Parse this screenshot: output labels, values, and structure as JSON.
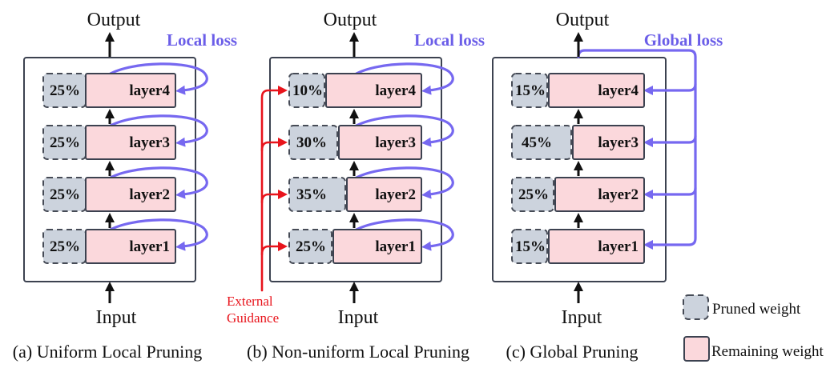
{
  "figure": {
    "panels": [
      {
        "caption": "(a) Uniform Local Pruning",
        "output_label": "Output",
        "input_label": "Input",
        "loss_label": "Local loss",
        "layers": [
          {
            "name": "layer4",
            "pruned": "25%"
          },
          {
            "name": "layer3",
            "pruned": "25%"
          },
          {
            "name": "layer2",
            "pruned": "25%"
          },
          {
            "name": "layer1",
            "pruned": "25%"
          }
        ]
      },
      {
        "caption": "(b) Non-uniform Local Pruning",
        "output_label": "Output",
        "input_label": "Input",
        "loss_label": "Local loss",
        "guidance": [
          "External",
          "Guidance"
        ],
        "layers": [
          {
            "name": "layer4",
            "pruned": "10%"
          },
          {
            "name": "layer3",
            "pruned": "30%"
          },
          {
            "name": "layer2",
            "pruned": "35%"
          },
          {
            "name": "layer1",
            "pruned": "25%"
          }
        ]
      },
      {
        "caption": "(c) Global Pruning",
        "output_label": "Output",
        "input_label": "Input",
        "loss_label": "Global loss",
        "layers": [
          {
            "name": "layer4",
            "pruned": "15%"
          },
          {
            "name": "layer3",
            "pruned": "45%"
          },
          {
            "name": "layer2",
            "pruned": "25%"
          },
          {
            "name": "layer1",
            "pruned": "15%"
          }
        ]
      }
    ],
    "legend": {
      "pruned": "Pruned weight",
      "remaining": "Remaining weight"
    },
    "colors": {
      "pruned_fill": "#ccd3dd",
      "remaining_fill": "#fbd8dc",
      "outline": "#3c4250",
      "loss_accent": "#6b5ee8",
      "guidance_accent": "#e8141c"
    }
  }
}
